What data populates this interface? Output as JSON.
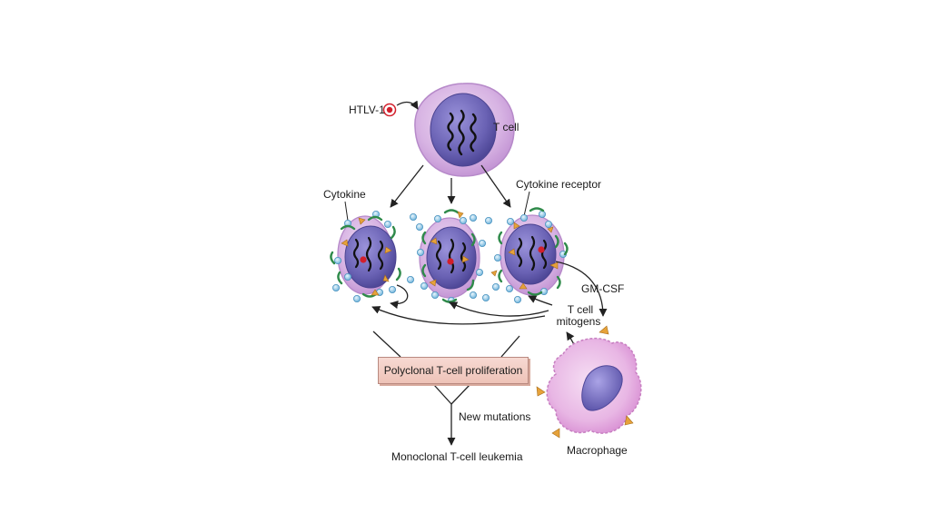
{
  "labels": {
    "htlv": "HTLV-1",
    "tcell": "T cell",
    "cytokine": "Cytokine",
    "cytokine_receptor": "Cytokine receptor",
    "gmcsf": "GM-CSF",
    "mitogens_line1": "T cell",
    "mitogens_line2": "mitogens",
    "proliferation": "Polyclonal T-cell proliferation",
    "new_mutations": "New mutations",
    "leukemia": "Monoclonal T-cell leukemia",
    "macrophage": "Macrophage"
  },
  "colors": {
    "cell_outer": "#d9b8e4",
    "cell_nucleus": "#6f67b8",
    "chromatin": "#1a1a1a",
    "virus_red": "#d21f2b",
    "cytokine_blue": "#8cc7e6",
    "receptor_green": "#2f8a4a",
    "receptor_orange": "#e6a23a",
    "macrophage_pink": "#e5a9df",
    "box_fill": "#f2cfc6"
  }
}
